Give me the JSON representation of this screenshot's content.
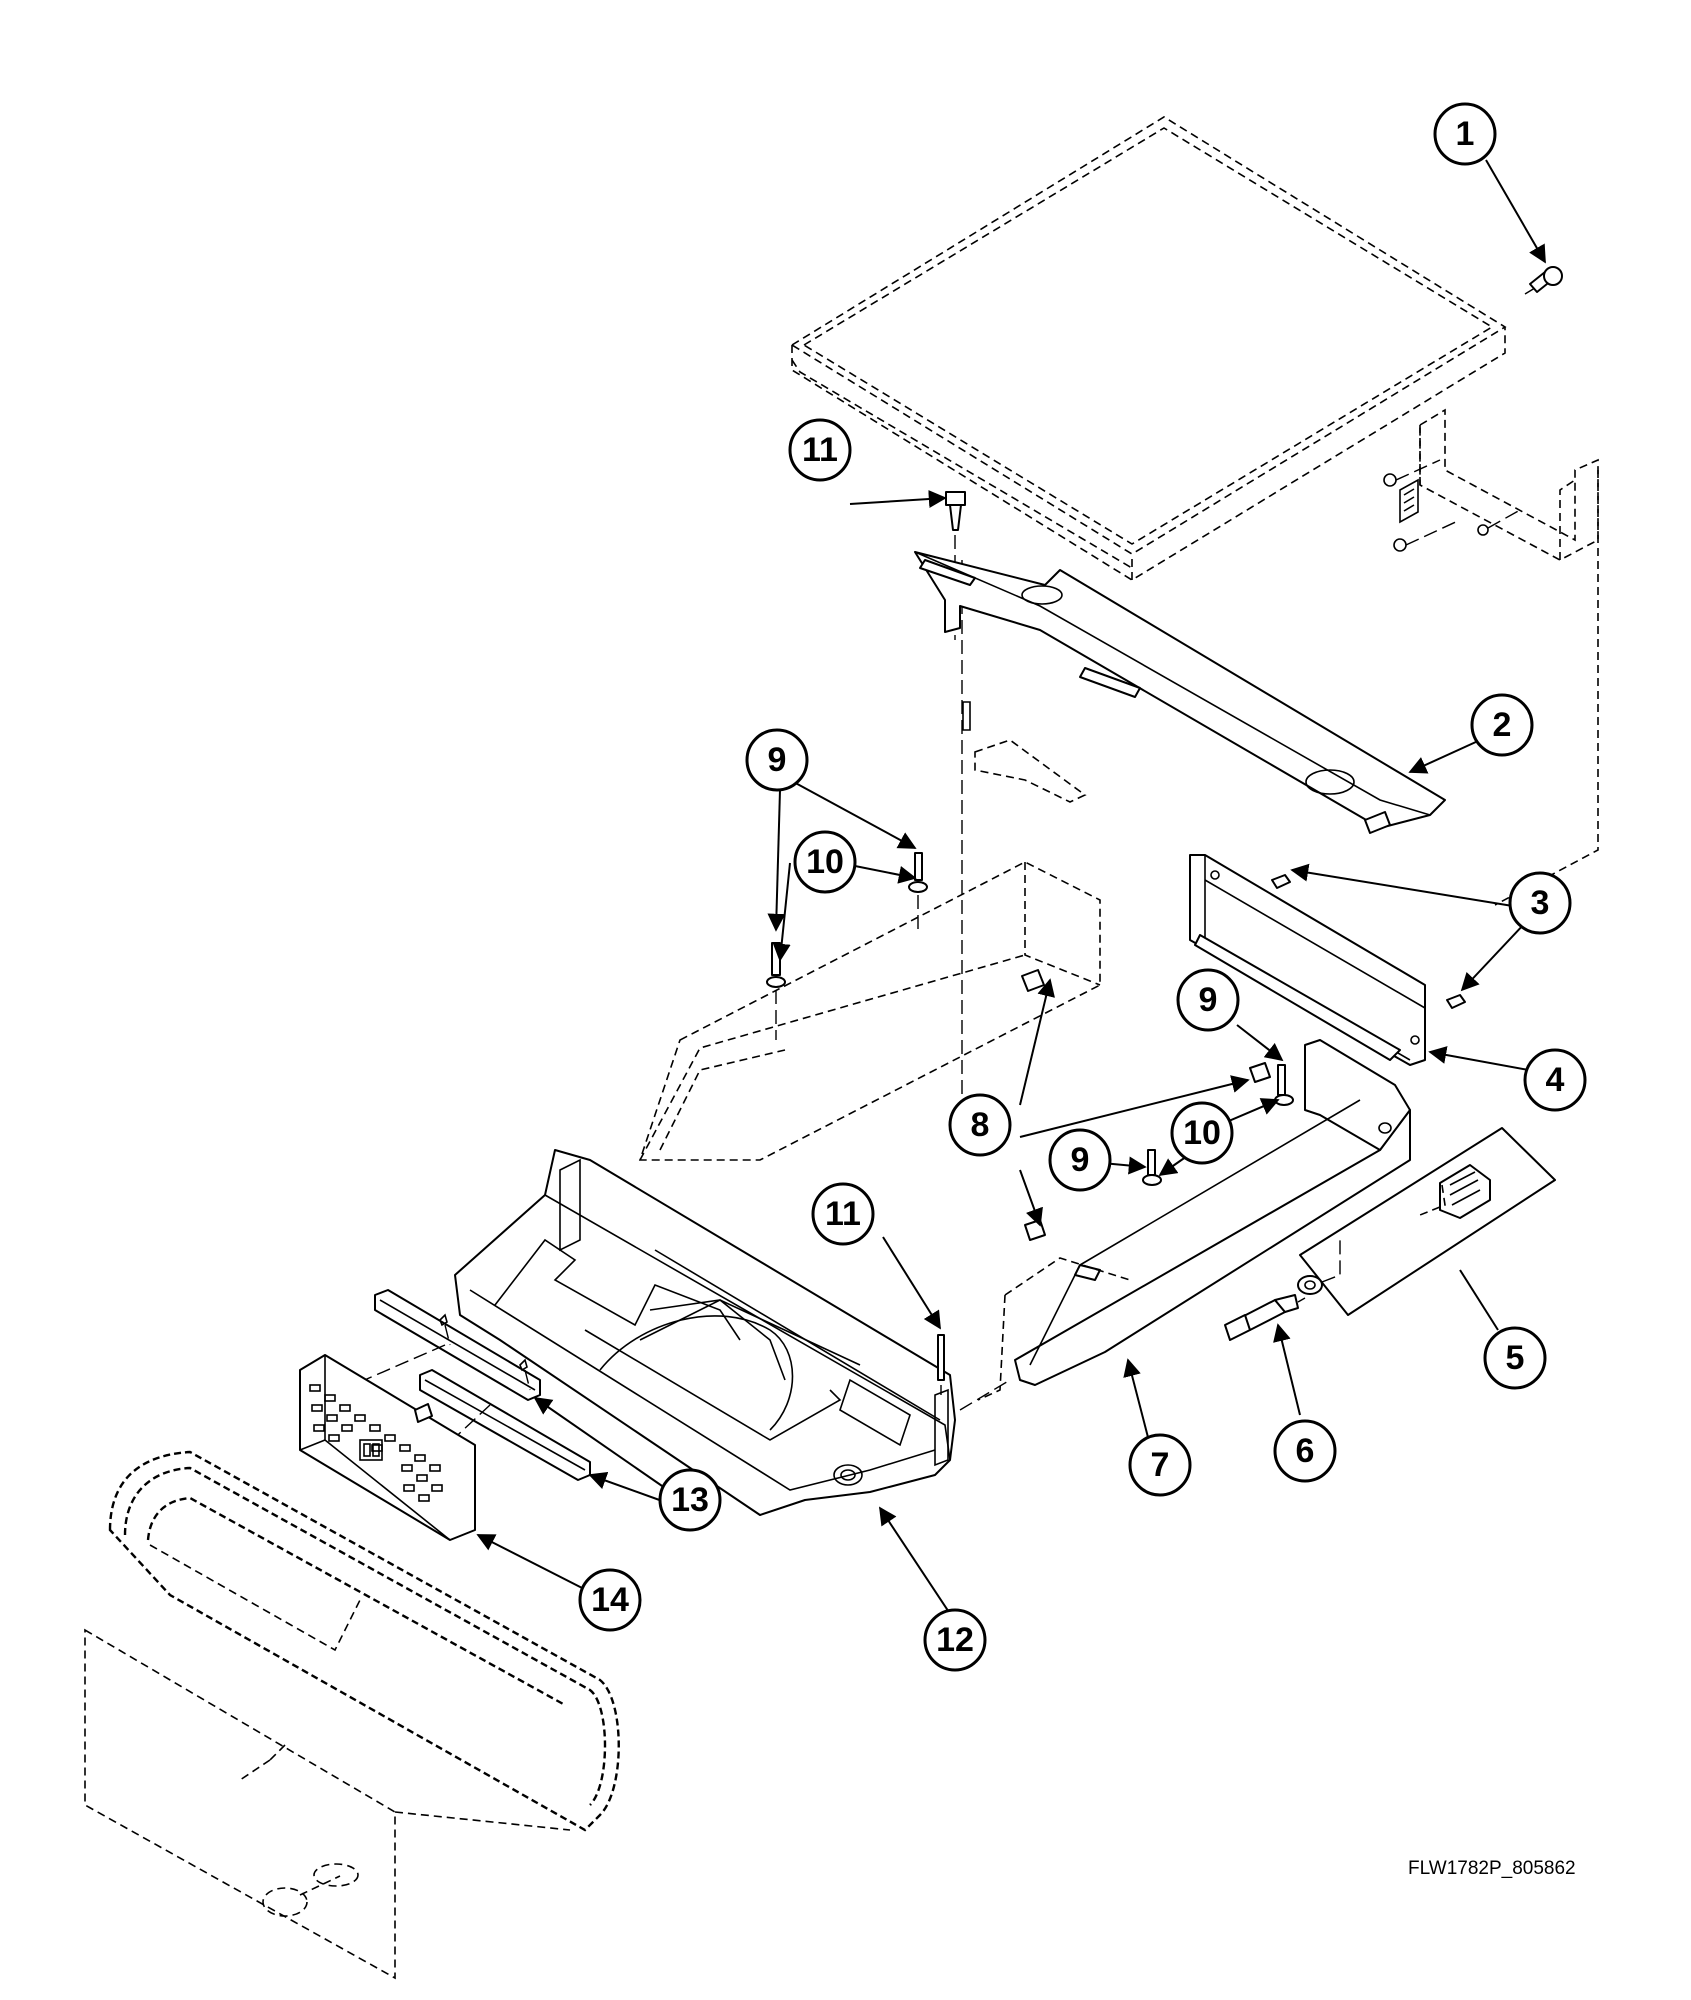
{
  "drawing_code": "FLW1782P_805862",
  "callouts": [
    {
      "id": "c1",
      "label": "1"
    },
    {
      "id": "c2",
      "label": "2"
    },
    {
      "id": "c3",
      "label": "3"
    },
    {
      "id": "c4",
      "label": "4"
    },
    {
      "id": "c5",
      "label": "5"
    },
    {
      "id": "c6",
      "label": "6"
    },
    {
      "id": "c7",
      "label": "7"
    },
    {
      "id": "c8",
      "label": "8"
    },
    {
      "id": "c9a",
      "label": "9"
    },
    {
      "id": "c9b",
      "label": "9"
    },
    {
      "id": "c9c",
      "label": "9"
    },
    {
      "id": "c10a",
      "label": "10"
    },
    {
      "id": "c10b",
      "label": "10"
    },
    {
      "id": "c11a",
      "label": "11"
    },
    {
      "id": "c11b",
      "label": "11"
    },
    {
      "id": "c12",
      "label": "12"
    },
    {
      "id": "c13",
      "label": "13"
    },
    {
      "id": "c14",
      "label": "14"
    }
  ]
}
